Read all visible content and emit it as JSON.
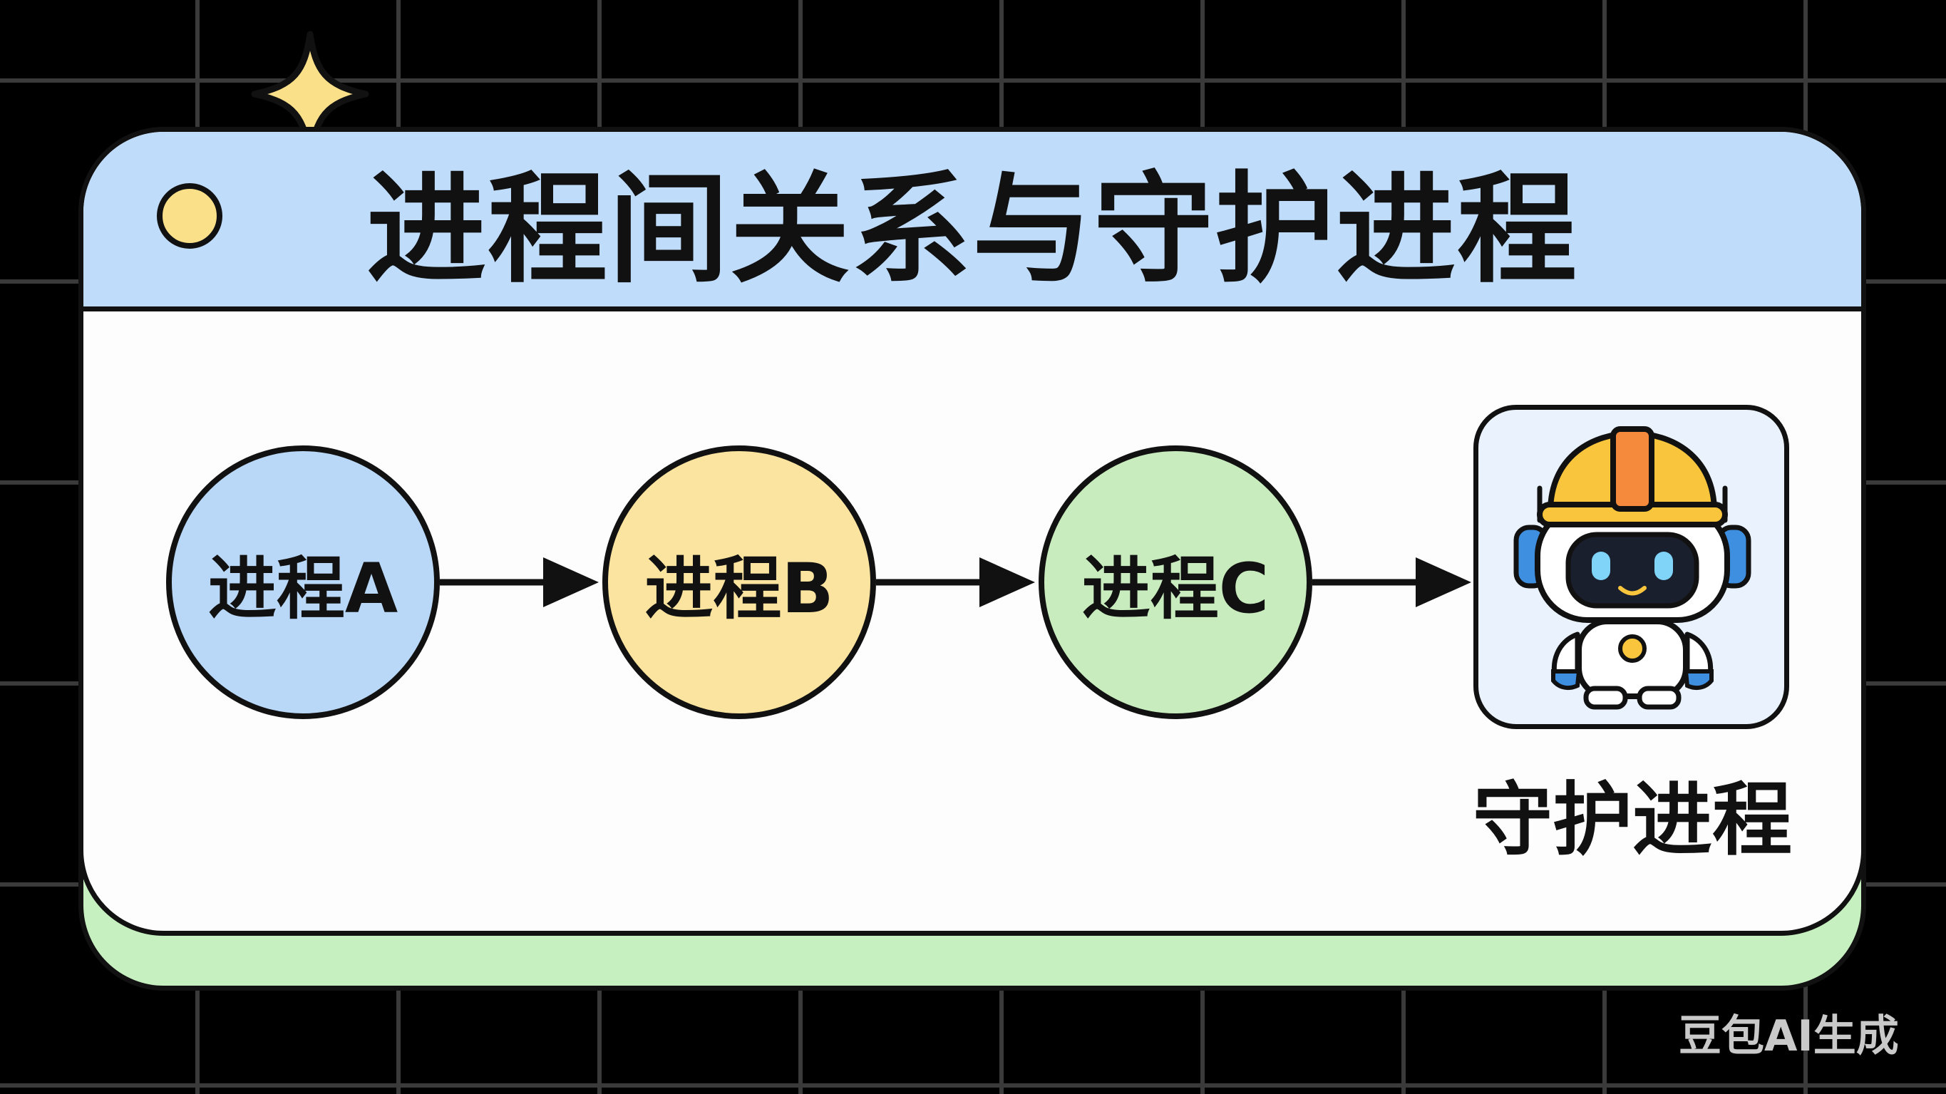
{
  "title": "进程间关系与守护进程",
  "nodes": [
    {
      "label": "进程A",
      "color": "#b9d8f7"
    },
    {
      "label": "进程B",
      "color": "#fbe3a0"
    },
    {
      "label": "进程C",
      "color": "#c8ecbd"
    }
  ],
  "daemon": {
    "label": "守护进程",
    "icon": "robot-worker-icon"
  },
  "watermark": "豆包AI生成",
  "colors": {
    "header": "#bfdcfb",
    "card_shadow": "#c7f0c0",
    "accent_yellow": "#fbe08a",
    "helmet_orange": "#f58a3c"
  }
}
